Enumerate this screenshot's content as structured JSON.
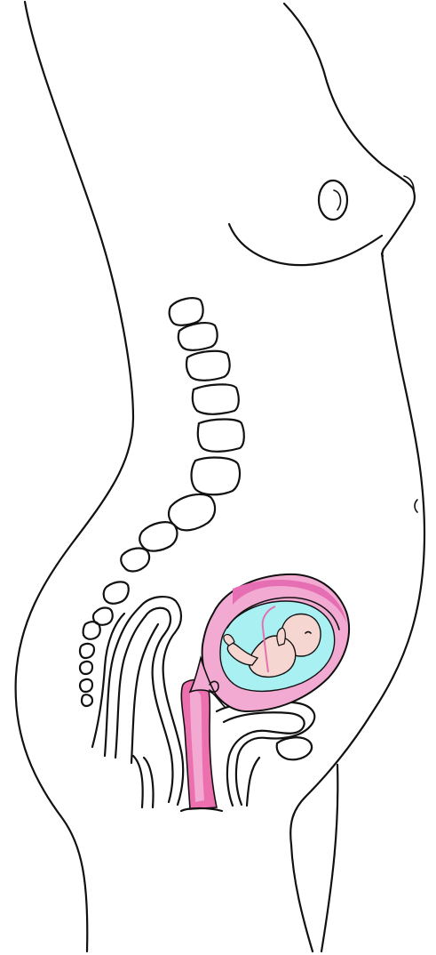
{
  "figure": {
    "colors": {
      "outline": "#111111",
      "background": "#ffffff",
      "uterus_wall": "#f2a9d2",
      "uterus_wall_dark": "#e66fb3",
      "amniotic_fluid": "#a9f0f2",
      "fetus_skin": "#f6d6d0",
      "cervix_vagina": "#ec6fae"
    },
    "parts": [
      "body-outline",
      "breast",
      "spine",
      "uterus",
      "amniotic-sac",
      "fetus",
      "cervix",
      "bladder",
      "rectum"
    ]
  }
}
